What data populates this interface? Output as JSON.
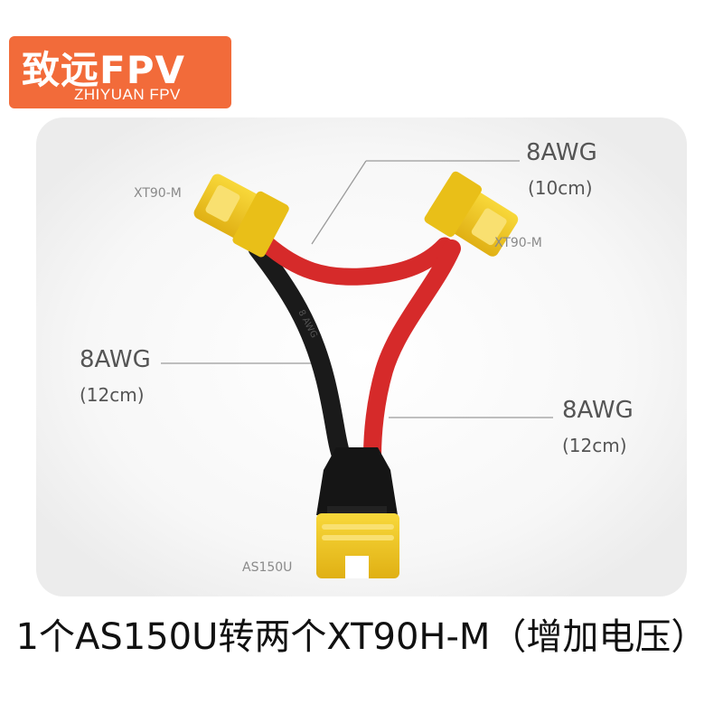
{
  "brand": {
    "name": "致远FPV",
    "subtitle": "ZHIYUAN FPV",
    "color": "#f26b3a"
  },
  "product": {
    "connector_left_top": "XT90-M",
    "connector_right_top": "XT90-M",
    "connector_bottom": "AS150U",
    "wire_top_gauge": "8AWG",
    "wire_top_length": "(10cm)",
    "wire_left_gauge": "8AWG",
    "wire_left_length": "(12cm)",
    "wire_right_gauge": "8AWG",
    "wire_right_length": "(12cm)",
    "cable_print": "8 AWG"
  },
  "caption": "1个AS150U转两个XT90H-M（增加电压）",
  "colors": {
    "connector_yellow": "#f2c91c",
    "wire_red": "#d62a2a",
    "wire_black": "#1a1a1a"
  }
}
